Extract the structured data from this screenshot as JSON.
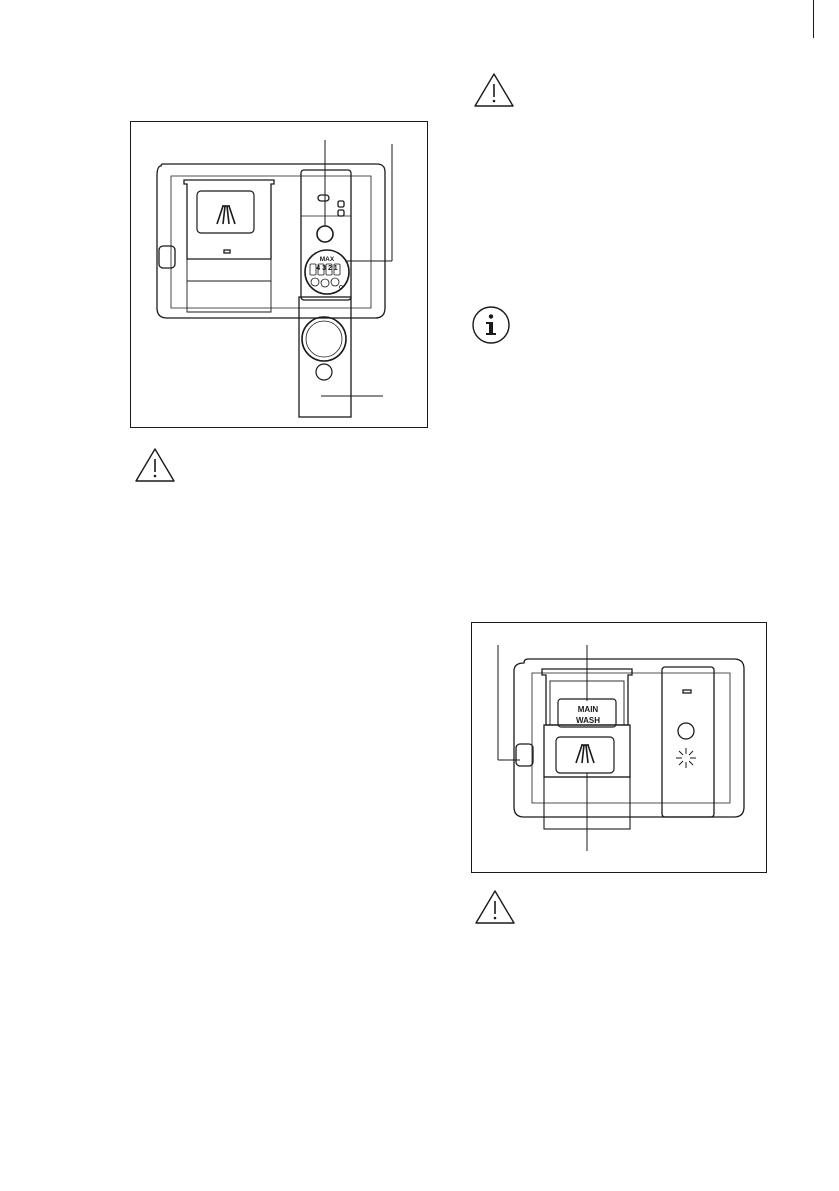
{
  "figure1": {
    "labels": {
      "max": "MAX",
      "scale": "4 3 2 1"
    }
  },
  "figure2": {
    "labels": {
      "main": "MAIN",
      "wash": "WASH"
    }
  },
  "icons": {
    "warning": "warning-triangle-icon",
    "info": "info-circle-icon",
    "detergent": "detergent-rays-icon",
    "rinse_aid": "sparkle-icon"
  }
}
